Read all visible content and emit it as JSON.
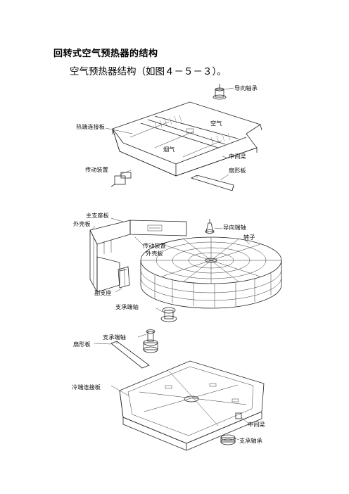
{
  "document": {
    "heading": "回转式空气预热器的结构",
    "intro": "空气预热器结构（如图４－５－３）。"
  },
  "figure": {
    "part1": {
      "labels": {
        "guide_bearing": "导向轴承",
        "hot_end_plate": "热端连接板",
        "air": "空气",
        "flue_gas": "烟气",
        "drive_device": "传动装置",
        "middle_beam": "中间梁",
        "sector_plate": "扇形板"
      }
    },
    "part2": {
      "labels": {
        "main_support_plate": "主支座板",
        "outer_shell_plate_top": "外壳板",
        "guide_end_shaft": "导向端轴",
        "rotor": "转子",
        "drive_device": "传动装置",
        "outer_shell_plate": "外壳板",
        "secondary_support": "副支座",
        "support_end_shaft": "支承端轴"
      }
    },
    "part3": {
      "labels": {
        "support_end_shaft": "支承端轴",
        "sector_plate": "扇形板",
        "cold_end_plate": "冷端连接板",
        "middle_beam": "中间梁",
        "support_bearing": "支承轴承"
      }
    }
  }
}
